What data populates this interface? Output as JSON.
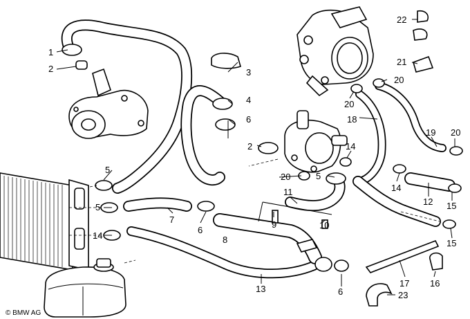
{
  "copyright": "© BMW AG",
  "callouts": [
    {
      "id": "c1",
      "label": "1"
    },
    {
      "id": "c2a",
      "label": "2"
    },
    {
      "id": "c3",
      "label": "3"
    },
    {
      "id": "c4",
      "label": "4"
    },
    {
      "id": "c6a",
      "label": "6"
    },
    {
      "id": "c2b",
      "label": "2"
    },
    {
      "id": "c5a",
      "label": "5"
    },
    {
      "id": "c5b",
      "label": "5"
    },
    {
      "id": "c14a",
      "label": "14"
    },
    {
      "id": "c7",
      "label": "7"
    },
    {
      "id": "c6b",
      "label": "6"
    },
    {
      "id": "c8",
      "label": "8"
    },
    {
      "id": "c9",
      "label": "9"
    },
    {
      "id": "c10",
      "label": "10"
    },
    {
      "id": "c11",
      "label": "11"
    },
    {
      "id": "c20a",
      "label": "20"
    },
    {
      "id": "c5c",
      "label": "5"
    },
    {
      "id": "c14b",
      "label": "14"
    },
    {
      "id": "c18",
      "label": "18"
    },
    {
      "id": "c20b",
      "label": "20"
    },
    {
      "id": "c20c",
      "label": "20"
    },
    {
      "id": "c22",
      "label": "22"
    },
    {
      "id": "c21",
      "label": "21"
    },
    {
      "id": "c19",
      "label": "19"
    },
    {
      "id": "c20d",
      "label": "20"
    },
    {
      "id": "c14c",
      "label": "14"
    },
    {
      "id": "c12",
      "label": "12"
    },
    {
      "id": "c15a",
      "label": "15"
    },
    {
      "id": "c15b",
      "label": "15"
    },
    {
      "id": "c13",
      "label": "13"
    },
    {
      "id": "c6c",
      "label": "6"
    },
    {
      "id": "c17",
      "label": "17"
    },
    {
      "id": "c16",
      "label": "16"
    },
    {
      "id": "c23",
      "label": "23"
    }
  ]
}
